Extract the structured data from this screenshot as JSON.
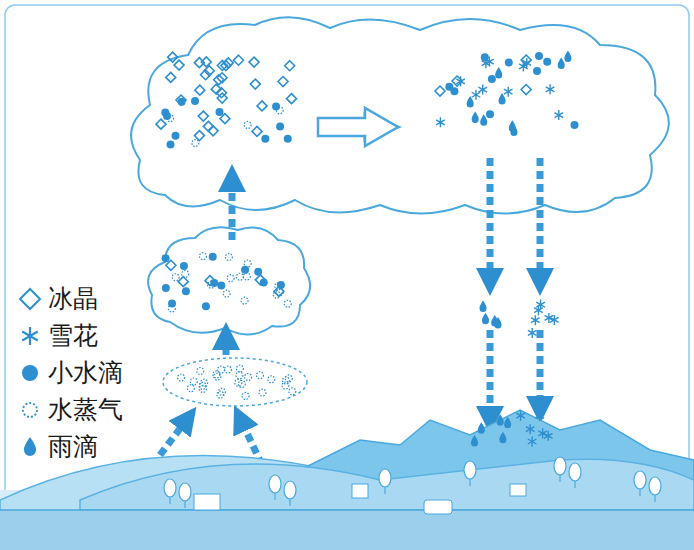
{
  "diagram": {
    "legend": [
      {
        "text": "冰晶"
      },
      {
        "text": "雪花"
      },
      {
        "text": "小水滴"
      },
      {
        "text": "水蒸气"
      },
      {
        "text": "雨滴"
      }
    ]
  }
}
